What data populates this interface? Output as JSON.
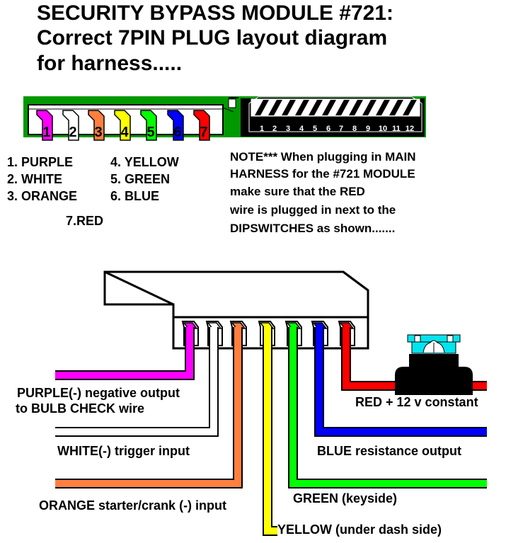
{
  "title": {
    "line1": "SECURITY BYPASS MODULE #721:",
    "line2": "Correct 7PIN PLUG layout diagram",
    "line3": "for harness....."
  },
  "plug": {
    "pins": [
      {
        "number": "1",
        "color": "#ff00ff"
      },
      {
        "number": "2",
        "color": "#ffffff"
      },
      {
        "number": "3",
        "color": "#ff7f3f"
      },
      {
        "number": "4",
        "color": "#ffff00"
      },
      {
        "number": "5",
        "color": "#00ff00"
      },
      {
        "number": "6",
        "color": "#0000ff"
      },
      {
        "number": "7",
        "color": "#ff0000"
      }
    ],
    "board_color": "#009900"
  },
  "dipswitch": {
    "numbers": [
      "1",
      "2",
      "3",
      "4",
      "5",
      "6",
      "7",
      "8",
      "9",
      "10",
      "11",
      "12"
    ]
  },
  "legend": {
    "col1": [
      "1. PURPLE",
      "2. WHITE",
      "3. ORANGE"
    ],
    "col2": [
      "4. YELLOW",
      "5. GREEN",
      "6. BLUE"
    ],
    "extra": "7.RED"
  },
  "note": {
    "lines": [
      "NOTE*** When plugging in MAIN",
      "HARNESS for the #721 MODULE",
      "make sure that the RED",
      "wire is plugged in next to the",
      "DIPSWITCHES as shown......."
    ]
  },
  "wires": {
    "purple_line1": "PURPLE(-) negative output",
    "purple_line2": "to BULB CHECK wire",
    "white": "WHITE(-) trigger input",
    "orange": "ORANGE starter/crank (-) input",
    "yellow": "YELLOW (under dash side)",
    "green": "GREEN (keyside)",
    "blue": "BLUE resistance output",
    "red": "RED + 12 v constant"
  },
  "colors": {
    "purple": "#ff00ff",
    "white": "#ffffff",
    "orange": "#ff7f3f",
    "yellow": "#ffff00",
    "green": "#00ff00",
    "blue": "#0000ff",
    "red": "#ff0000",
    "fuse": "#00e5ee"
  }
}
